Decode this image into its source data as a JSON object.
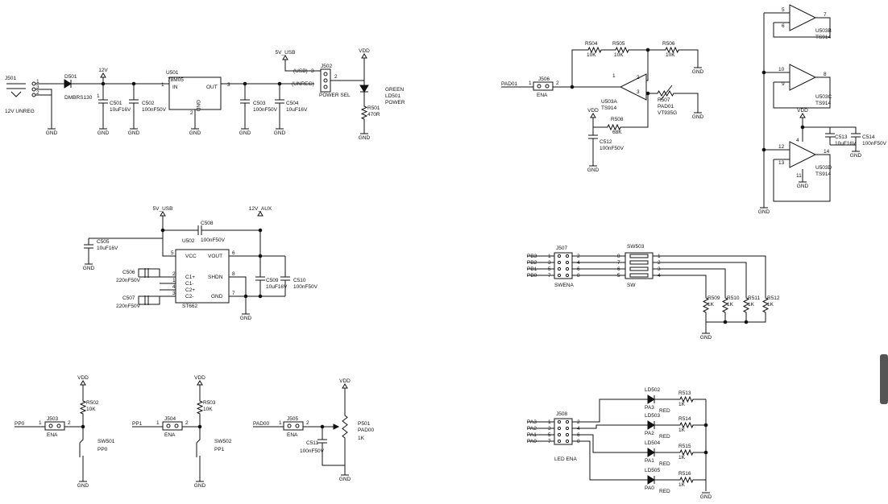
{
  "colors": {
    "wire": "#111111",
    "background": "#ffffff",
    "scrollbar": "#555555"
  },
  "labels": {
    "j501": "J501",
    "unreg12": "12V UNREG",
    "p1": "1",
    "p2": "2",
    "p3": "3",
    "d501": "D501",
    "dmbrs130": "DMBRS130",
    "v12": "12V",
    "u501": "U501",
    "u501val": "78M05",
    "in": "IN",
    "out": "OUT",
    "gnd": "GND",
    "c501": "C501",
    "c501v": "10uF16V",
    "c502": "C502",
    "c502v": "100nF50V",
    "c503": "C503",
    "c503v": "100nF50V",
    "c504": "C504",
    "c504v": "10uF16V",
    "v5usb": "5V_USB",
    "usb": "(USB)",
    "unreg": "(UNREG)",
    "j502": "J502",
    "powersel": "POWER SEL",
    "vdd": "VDD",
    "ld501": "LD501",
    "green": "GREEN",
    "power": "POWER",
    "r501": "R501",
    "r501v": "470R",
    "v12aux": "12V_AUX",
    "c505": "C505",
    "c505v": "10uF16V",
    "c508": "C508",
    "c508v": "100nF50V",
    "u502": "U502",
    "vcc": "VCC",
    "vout": "VOUT",
    "c1p": "C1+",
    "c1m": "C1-",
    "c2p": "C2+",
    "c2m": "C2-",
    "shdn": "SHDN",
    "st662": "ST662",
    "c506": "C506",
    "c506v": "220nF50V",
    "c507": "C507",
    "c507v": "220nF50V",
    "c509": "C509",
    "c509v": "10uF16V",
    "c510": "C510",
    "c510v": "100nF50V",
    "p4": "4",
    "p5": "5",
    "p6": "6",
    "p7": "7",
    "p8": "8",
    "pad01": "PAD01",
    "j506": "J506",
    "ena": "ENA",
    "r504": "R504",
    "r505": "R505",
    "r506": "R506",
    "k10": "10K",
    "u503a": "U503A",
    "ts914": "TS914",
    "r507": "R507",
    "vt935g": "VT935G",
    "r508": "R508",
    "k68": "68K",
    "c512": "C512",
    "c512v": "100nF50V",
    "u503b": "U503B",
    "u503c": "U503C",
    "u503d": "U503D",
    "p9": "9",
    "p10": "10",
    "p11": "11",
    "p12": "12",
    "p13": "13",
    "p14": "14",
    "c513": "C513",
    "c513v": "10uF16V",
    "c514": "C514",
    "c514v": "100nF50V",
    "pb3": "PB3",
    "pb2": "PB2",
    "pb1": "PB1",
    "pb0": "PB0",
    "j507": "J507",
    "swena": "SWENA",
    "sw503": "SW503",
    "sw": "SW",
    "r509": "R509",
    "r510": "R510",
    "r511": "R511",
    "r512": "R512",
    "k1": "1K",
    "pp0": "PP0",
    "pp1": "PP1",
    "j503": "J503",
    "j504": "J504",
    "j505": "J505",
    "r502": "R502",
    "r503": "R503",
    "sw501": "SW501",
    "sw502": "SW502",
    "pad00": "PAD00",
    "p501": "P501",
    "k1b": "1K",
    "c511": "C511",
    "c511v": "100nF50V",
    "pa3": "PA3",
    "pa2": "PA2",
    "pa1": "PA1",
    "pa0": "PA0",
    "j508": "J508",
    "ledena": "LED ENA",
    "ld502": "LD502",
    "ld503": "LD503",
    "ld504": "LD504",
    "ld505": "LD505",
    "red": "RED",
    "r513": "R513",
    "r514": "R514",
    "r515": "R515",
    "r516": "R516"
  }
}
